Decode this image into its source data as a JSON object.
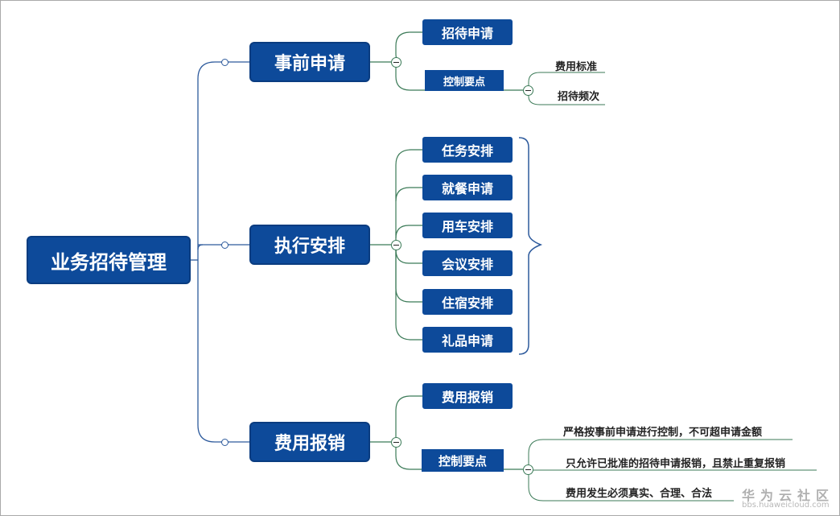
{
  "root": "业务招待管理",
  "branches": [
    {
      "label": "事前申请",
      "children": [
        {
          "label": "招待申请"
        },
        {
          "label": "控制要点",
          "points": [
            "费用标准",
            "招待频次"
          ]
        }
      ]
    },
    {
      "label": "执行安排",
      "children": [
        {
          "label": "任务安排"
        },
        {
          "label": "就餐申请"
        },
        {
          "label": "用车安排"
        },
        {
          "label": "会议安排"
        },
        {
          "label": "住宿安排"
        },
        {
          "label": "礼品申请"
        }
      ]
    },
    {
      "label": "费用报销",
      "children": [
        {
          "label": "费用报销"
        },
        {
          "label": "控制要点",
          "points": [
            "严格按事前申请进行控制，不可超申请金额",
            "只允许已批准的招待申请报销，且禁止重复报销",
            "费用发生必须真实、合理、合法"
          ]
        }
      ]
    }
  ],
  "watermark": {
    "title": "华为云社区",
    "url": "bbs.huaweicloud.com"
  },
  "colors": {
    "node": "#0d4a9a",
    "trunk": "#2d5a9c",
    "branch": "#3b7a57",
    "brace": "#2d5a9c"
  }
}
